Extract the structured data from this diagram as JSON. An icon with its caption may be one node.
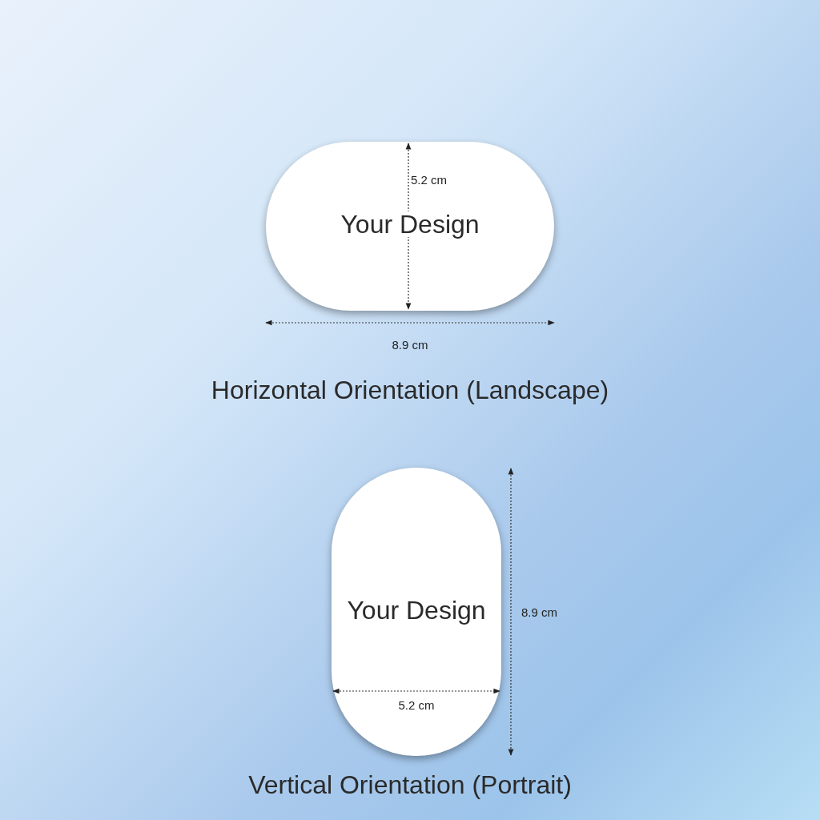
{
  "diagram": {
    "nodes": [
      {
        "text": [
          "Your Design"
        ],
        "beside": [
          "Horizontal Orientation (Landscape)"
        ]
      },
      {
        "text": [
          "Your Design"
        ],
        "beside": [
          "Vertical Orientation (Portrait)"
        ]
      }
    ],
    "labels": [
      "5.2 cm",
      "8.9 cm",
      "8.9 cm",
      "5.2 cm"
    ]
  }
}
